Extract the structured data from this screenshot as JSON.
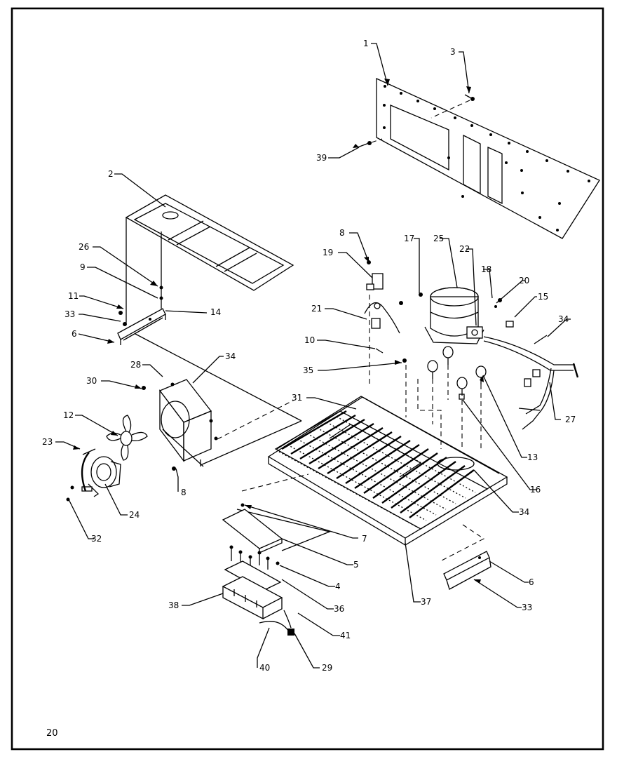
{
  "page": {
    "number": "20"
  },
  "callouts": [
    {
      "id": "c1",
      "label": "1"
    },
    {
      "id": "c3",
      "label": "3"
    },
    {
      "id": "c39",
      "label": "39"
    },
    {
      "id": "c2",
      "label": "2"
    },
    {
      "id": "c26",
      "label": "26"
    },
    {
      "id": "c9",
      "label": "9"
    },
    {
      "id": "c11",
      "label": "11"
    },
    {
      "id": "c33a",
      "label": "33"
    },
    {
      "id": "c6a",
      "label": "6"
    },
    {
      "id": "c14",
      "label": "14"
    },
    {
      "id": "c28",
      "label": "28"
    },
    {
      "id": "c34a",
      "label": "34"
    },
    {
      "id": "c30",
      "label": "30"
    },
    {
      "id": "c12",
      "label": "12"
    },
    {
      "id": "c23",
      "label": "23"
    },
    {
      "id": "c8a",
      "label": "8"
    },
    {
      "id": "c24",
      "label": "24"
    },
    {
      "id": "c32",
      "label": "32"
    },
    {
      "id": "c8b",
      "label": "8"
    },
    {
      "id": "c19",
      "label": "19"
    },
    {
      "id": "c21",
      "label": "21"
    },
    {
      "id": "c10",
      "label": "10"
    },
    {
      "id": "c35",
      "label": "35"
    },
    {
      "id": "c31",
      "label": "31"
    },
    {
      "id": "c17",
      "label": "17"
    },
    {
      "id": "c25",
      "label": "25"
    },
    {
      "id": "c22",
      "label": "22"
    },
    {
      "id": "c18",
      "label": "18"
    },
    {
      "id": "c20",
      "label": "20"
    },
    {
      "id": "c15",
      "label": "15"
    },
    {
      "id": "c34b",
      "label": "34"
    },
    {
      "id": "c27",
      "label": "27"
    },
    {
      "id": "c13",
      "label": "13"
    },
    {
      "id": "c16",
      "label": "16"
    },
    {
      "id": "c34c",
      "label": "34"
    },
    {
      "id": "c7",
      "label": "7"
    },
    {
      "id": "c5",
      "label": "5"
    },
    {
      "id": "c4",
      "label": "4"
    },
    {
      "id": "c36",
      "label": "36"
    },
    {
      "id": "c37",
      "label": "37"
    },
    {
      "id": "c6b",
      "label": "6"
    },
    {
      "id": "c33b",
      "label": "33"
    },
    {
      "id": "c38",
      "label": "38"
    },
    {
      "id": "c41",
      "label": "41"
    },
    {
      "id": "c40",
      "label": "40"
    },
    {
      "id": "c29",
      "label": "29"
    }
  ]
}
